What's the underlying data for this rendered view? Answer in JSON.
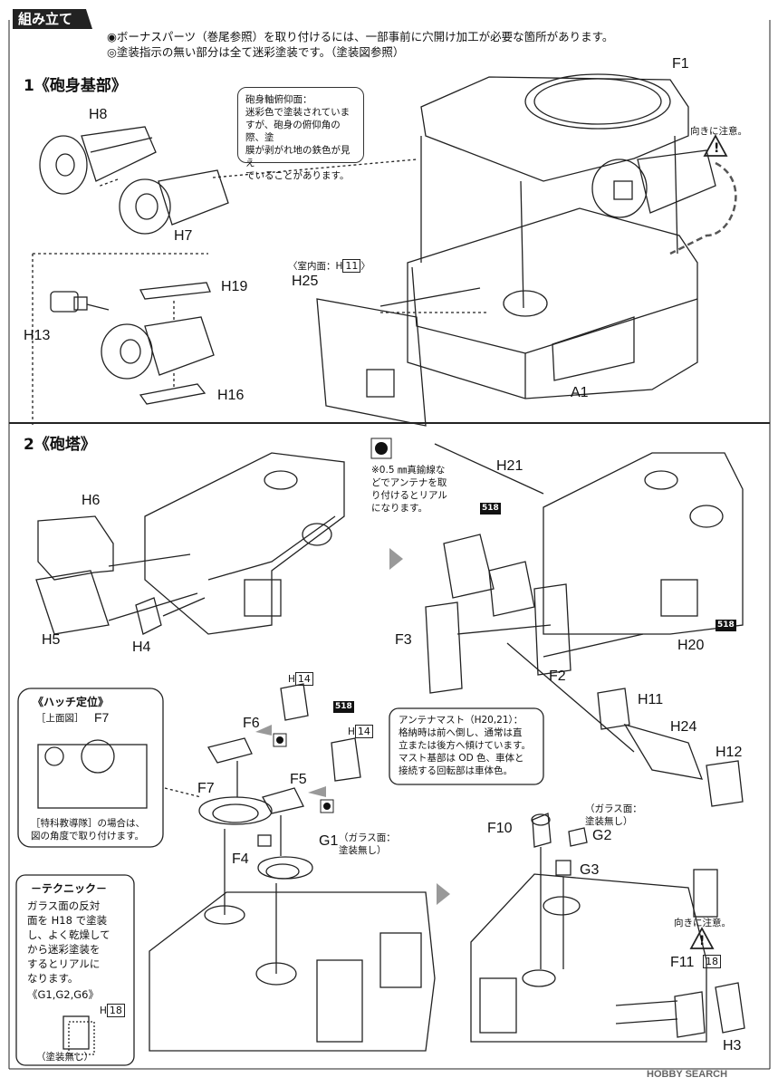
{
  "header": {
    "title": "組み立て",
    "note1": "◉ボーナスパーツ（巻尾参照）を取り付けるには、一部事前に穴開け加工が必要な箇所があります。",
    "note2": "◎塗装指示の無い部分は全て迷彩塗装です。（塗装図参照）"
  },
  "step1": {
    "title": "1《砲身基部》",
    "callout": [
      "砲身軸俯仰面：",
      "迷彩色で塗装されていま",
      "すが、砲身の俯仰角の際、塗",
      "膜が剥がれ地の鉄色が見え",
      "ていることがあります。"
    ],
    "caution": "向きに注意。",
    "interior_label": "〈室内面：H",
    "interior_num": "11",
    "interior_end": "〉",
    "parts": [
      "H8",
      "H7",
      "H19",
      "H13",
      "H16",
      "H25",
      "F1",
      "A1"
    ]
  },
  "step2": {
    "title": "2《砲塔》",
    "wire_note": [
      "※0.5 ㎜真鍮線な",
      "どでアンテナを取",
      "り付けるとリアル",
      "になります。"
    ],
    "code": "518",
    "parts": [
      "H6",
      "H5",
      "H4",
      "H21",
      "F3",
      "F2",
      "H20",
      "H11",
      "H24",
      "H12"
    ],
    "hatch": {
      "title": "《ハッチ定位》",
      "top_view": "［上面図］",
      "part": "F7",
      "desc": [
        "［特科教導隊］の場合は、",
        "図の角度で取り付けます。"
      ]
    },
    "antenna": {
      "title": "アンテナマスト（H20,21）：",
      "lines": [
        "格納時は前へ倒し、通常は直",
        "立または後方へ傾けています。",
        "マスト基部は OD 色、車体と",
        "接続する回転部は車体色。"
      ]
    },
    "hatch_parts": [
      "H",
      "14",
      "F6",
      "H",
      "14",
      "F5",
      "F7",
      "F4",
      "G1"
    ],
    "g1_note": [
      "（ガラス面：",
      "塗装無し）"
    ],
    "technique": {
      "title": "－テクニック－",
      "lines": [
        "ガラス面の反対",
        "面を H18 で塗装",
        "し、よく乾燥して",
        "から迷彩塗装を",
        "するとリアルに",
        "なります。"
      ],
      "parts_label": "《G1,G2,G6》",
      "h18": "H",
      "h18n": "18",
      "unpainted": "（塗装無し）"
    },
    "final_parts": [
      "F10",
      "G2",
      "G3",
      "F11",
      "H3"
    ],
    "g2_note": [
      "（ガラス面：",
      "塗装無し）"
    ],
    "caution2": "向きに注意。",
    "f11_tag": "18"
  },
  "watermark": "HOBBY SEARCH"
}
